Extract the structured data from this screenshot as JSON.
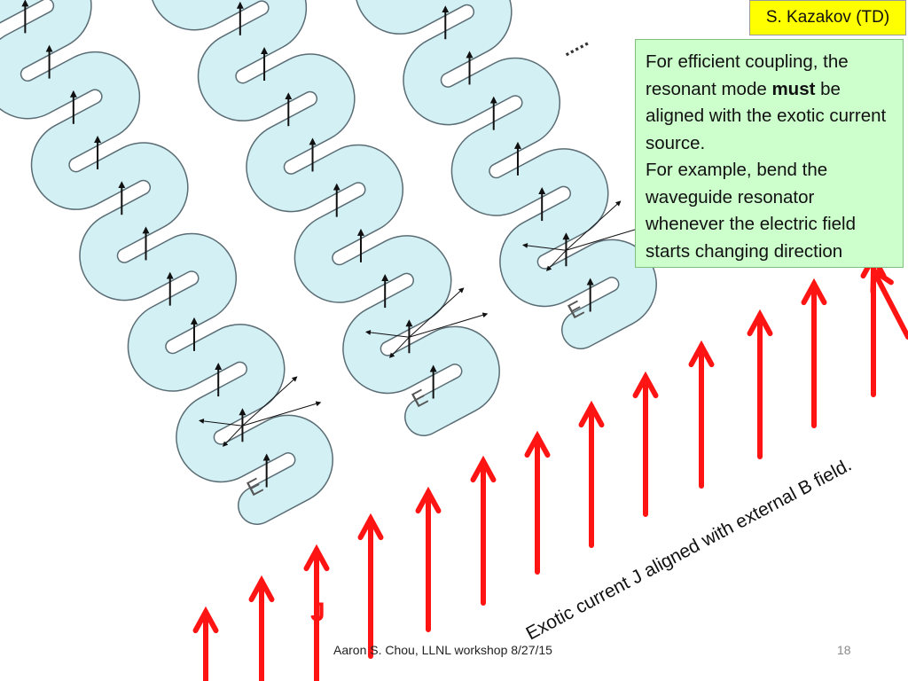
{
  "header": {
    "author_badge": "S. Kazakov (TD)"
  },
  "note": {
    "line1_before": "For efficient coupling, the resonant mode ",
    "line1_emphasis": "must",
    "line1_after": " be aligned with the exotic current source.",
    "line2": "For example, bend the waveguide resonator whenever the electric field starts changing direction"
  },
  "diagram": {
    "ellipsis_label": ".....",
    "field_label": "E",
    "current_label": "J",
    "caption": "Exotic current J aligned with external B field.",
    "colors": {
      "resonator_fill": "#d3f0f5",
      "resonator_stroke": "#5a6c74",
      "current_arrow": "#ff1414",
      "field_arrow": "#111111"
    }
  },
  "footer": {
    "text": "Aaron S. Chou, LLNL workshop 8/27/15",
    "page_number": "18"
  }
}
